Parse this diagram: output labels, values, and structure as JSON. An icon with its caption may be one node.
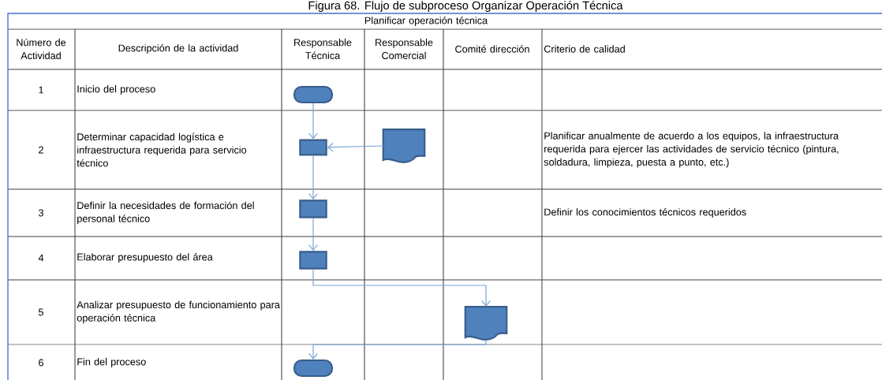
{
  "diagram": {
    "title": "Figura 68. Flujo de subproceso Organizar Operación Técnica",
    "nodes": [
      {
        "text": [],
        "shape": "terminator"
      },
      {
        "text": [],
        "shape": "box"
      },
      {
        "text": [],
        "shape": "document"
      },
      {
        "text": [],
        "shape": "box"
      },
      {
        "text": [],
        "shape": "box"
      },
      {
        "text": [],
        "shape": "document"
      },
      {
        "text": [],
        "shape": "terminator"
      }
    ],
    "edges": [
      {
        "from": 0,
        "to": 1,
        "arrow": "to"
      },
      {
        "from": 2,
        "to": 1,
        "arrow": "to"
      },
      {
        "from": 1,
        "to": 3,
        "arrow": "to"
      },
      {
        "from": 3,
        "to": 4,
        "arrow": "to"
      },
      {
        "from": 4,
        "to": 5,
        "arrow": "to"
      },
      {
        "from": 5,
        "to": 6,
        "arrow": "to"
      }
    ],
    "labels": [
      "Planificar  operación técnica",
      "Número de Actividad",
      "Descripción de la actividad",
      "Responsable Técnica",
      "Responsable Comercial",
      "Comité dirección",
      "Criterio de calidad",
      "1",
      "Inicio del proceso",
      "2",
      "Determinar capacidad logística e infraestructura requerida para servicio técnico",
      "Planificar anualmente de acuerdo a los equipos,  la infraestructura requerida para ejercer las actividades de servicio técnico (pintura, soldadura, limpieza, puesta a punto, etc.)",
      "3",
      "Definir la necesidades de formación del personal técnico",
      "Definir los conocimientos técnicos requeridos",
      "4",
      "Elaborar presupuesto del área",
      "5",
      "Analizar presupuesto de funcionamiento para operación técnica",
      "6",
      "Fin del proceso"
    ]
  }
}
